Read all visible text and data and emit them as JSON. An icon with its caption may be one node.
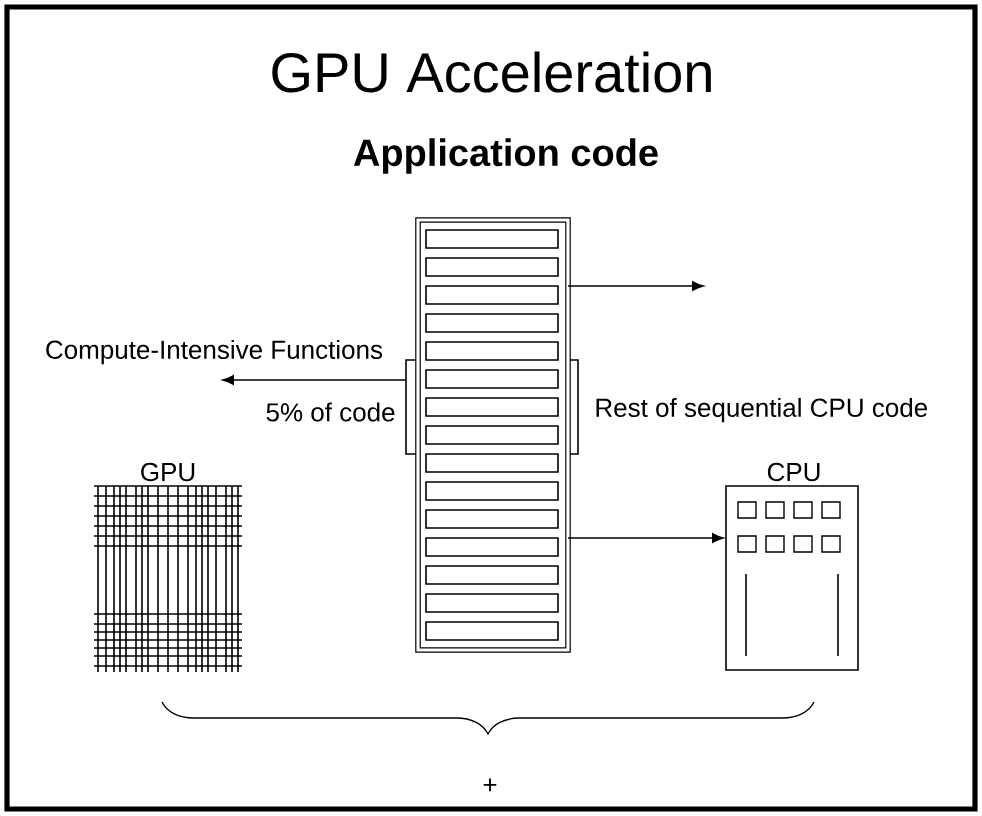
{
  "diagram": {
    "title": "GPU Acceleration",
    "nodes": [
      {
        "text": [
          "Application code"
        ]
      },
      {
        "text": [],
        "shape": "box"
      },
      {
        "text": [
          "GPU"
        ]
      },
      {
        "text": [
          "CPU"
        ]
      }
    ],
    "edges": [
      {
        "from": 1,
        "to": null,
        "arrow": "to",
        "label": "Compute-Intensive Functions"
      },
      {
        "from": 0,
        "to": null,
        "arrow": "to"
      },
      {
        "from": 0,
        "to": 3,
        "arrow": "to"
      }
    ],
    "labels": [
      "5% of code",
      "Rest of sequential CPU code",
      "+"
    ]
  }
}
